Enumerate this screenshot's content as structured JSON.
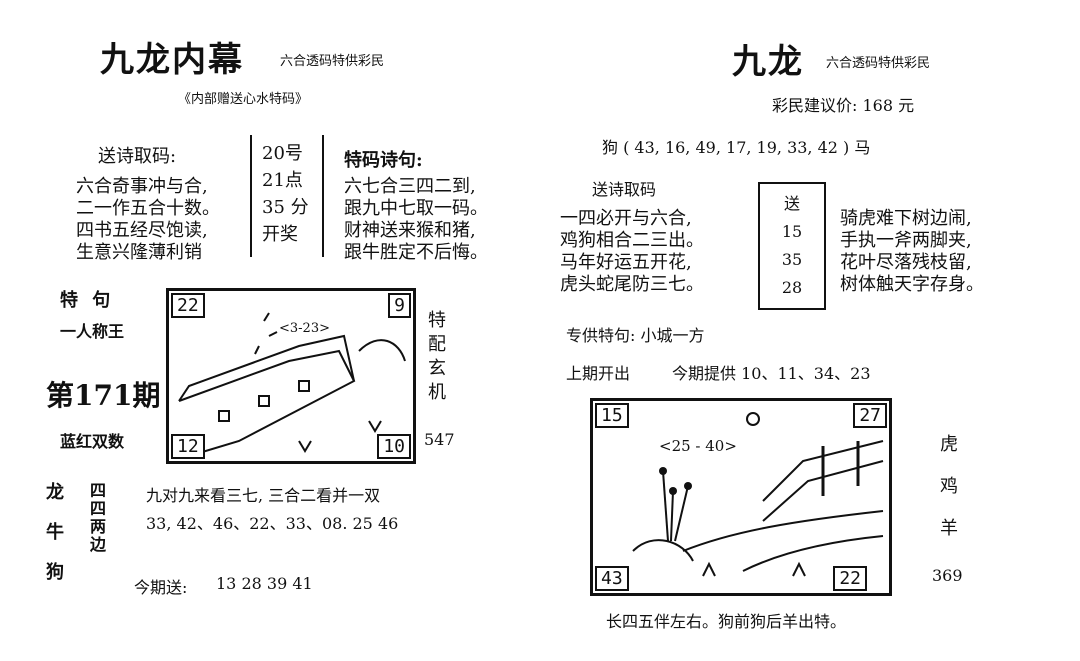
{
  "left": {
    "title": "九龙内幕",
    "tagline": "六合透码特供彩民",
    "subtitle": "《内部赠送心水特码》",
    "poem_heading": "送诗取码:",
    "poem_lines": [
      "六合奇事冲与合,",
      "二一作五合十数。",
      "四书五经尽饱读,",
      "生意兴隆薄利销"
    ],
    "draw_box": [
      "20号",
      "21点",
      "35 分",
      "开奖"
    ],
    "special_heading": "特码诗句:",
    "special_lines": [
      "六七合三四二到,",
      "跟九中七取一码。",
      "财神送来猴和猪,",
      "跟牛胜定不后悔。"
    ],
    "tejv_label": "特  句",
    "tejv_value": "一人称王",
    "issue": "第171期",
    "blue_red": "蓝红双数",
    "side_label": "特配玄机",
    "side_value": "547",
    "sketch": {
      "tl": "22",
      "tr": "9",
      "bl": "12",
      "br": "10",
      "note": "<3-23>"
    },
    "animals": [
      "龙",
      "牛",
      "狗"
    ],
    "edge_label": "四四两边",
    "clue_line": "九对九来看三七, 三合二看并一双",
    "numbers_line": "33, 42、46、22、33、08. 25 46",
    "today_label": "今期送:",
    "today_values": "13 28 39 41"
  },
  "right": {
    "title": "九龙",
    "tagline": "六合透码特供彩民",
    "price": "彩民建议价: 168 元",
    "dog_horse": "狗 ( 43, 16, 49, 17, 19, 33, 42    ) 马",
    "poem_heading": "送诗取码",
    "poem_lines": [
      "一四必开与六合,",
      "鸡狗相合二三出。",
      "马年好运五开花,",
      "虎头蛇尾防三七。"
    ],
    "send_box": [
      "送",
      "15",
      "35",
      "28"
    ],
    "poem2_lines": [
      "骑虎难下树边闹,",
      "手执一斧两脚夹,",
      "花叶尽落残枝留,",
      "树体触天字存身。"
    ],
    "special_line": "专供特句:  小城一方",
    "last_label": "上期开出",
    "provide_line": "今期提供  10、11、34、23",
    "sketch": {
      "tl": "15",
      "tr": "27",
      "bl": "43",
      "br": "22",
      "note": "<25 - 40>"
    },
    "animals": [
      "虎",
      "鸡",
      "羊"
    ],
    "side_value": "369",
    "bottom_line": "长四五伴左右。狗前狗后羊出特。"
  }
}
